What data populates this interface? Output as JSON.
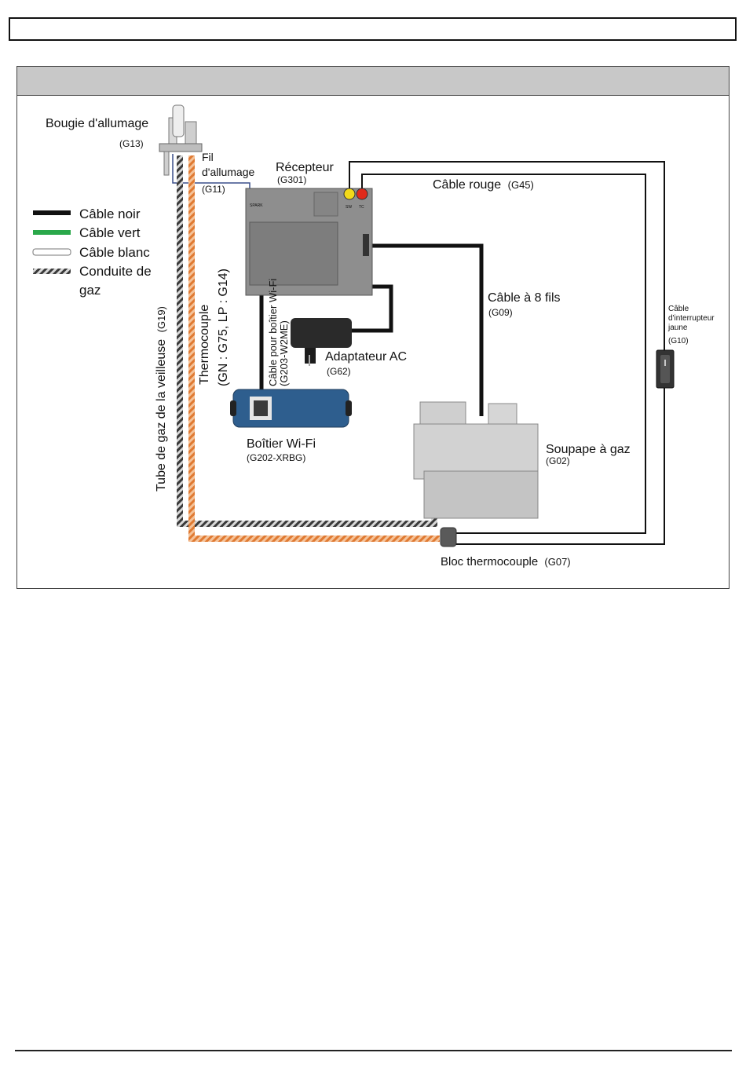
{
  "legend": [
    {
      "label": "Câble noir",
      "color": "#111111"
    },
    {
      "label": "Câble vert",
      "color": "#2aa84a"
    },
    {
      "label": "Câble blanc",
      "color": "#ffffff"
    },
    {
      "label": "Conduite de",
      "label2": "gaz",
      "color": "#555555"
    }
  ],
  "labels": {
    "spark_plug": "Bougie d'allumage",
    "spark_plug_code": "(G13)",
    "ignition_wire_1": "Fil",
    "ignition_wire_2": "d'allumage",
    "ignition_wire_code": "(G11)",
    "receiver": "Récepteur",
    "receiver_code": "(G301)",
    "red_cable": "Câble rouge",
    "red_cable_code": "(G45)",
    "eight_wire": "Câble à 8 fils",
    "eight_wire_code": "(G09)",
    "switch_cable_1": "Câble",
    "switch_cable_2": "d'interrupteur",
    "switch_cable_3": "jaune",
    "switch_cable_code": "(G10)",
    "ac_adapter": "Adaptateur AC",
    "ac_adapter_code": "(G62)",
    "wifi_cable_1": "Câble pour boîtier Wi-Fi",
    "wifi_cable_2": "(G203-W2ME)",
    "wifi_box": "Boîtier Wi-Fi",
    "wifi_box_code": "(G202-XRBG)",
    "gas_valve": "Soupape à gaz",
    "gas_valve_code": "(G02)",
    "thermocouple_block": "Bloc thermocouple",
    "thermocouple_block_code": "(G07)",
    "pilot_tube": "Tube de gaz de la veilleuse",
    "pilot_tube_code": "(G19)",
    "thermocouple_1": "Thermocouple",
    "thermocouple_2": "(GN : G75, LP : G14)",
    "spark_text": "SPARK",
    "sw_text": "SW",
    "tc_text": "TC"
  },
  "colors": {
    "header_gray": "#c8c8c8",
    "gas_tube": "#4a4a4a",
    "thermocouple": "#e07a32",
    "receiver_body": "#8e8e8e",
    "yellow_terminal": "#f2d91a",
    "red_terminal": "#e02a1a",
    "wifi_box": "#2e5e8e"
  }
}
